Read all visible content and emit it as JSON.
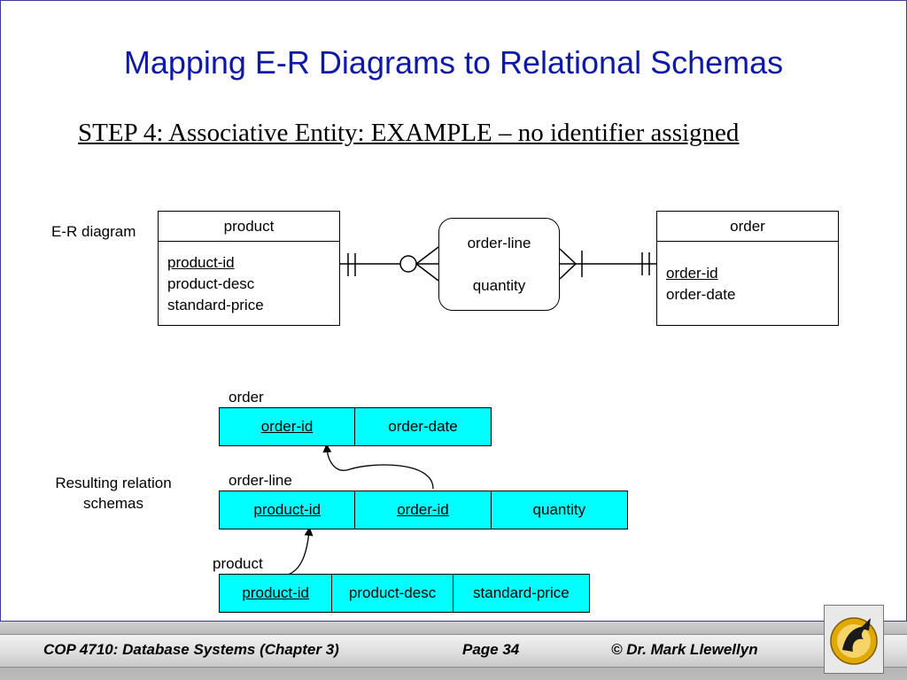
{
  "title": "Mapping E-R Diagrams to Relational Schemas",
  "subtitle": "STEP 4:  Associative Entity: EXAMPLE – no identifier assigned",
  "er_diagram": {
    "label": "E-R diagram",
    "product": {
      "name": "product",
      "attributes": [
        "product-id",
        "product-desc",
        "standard-price"
      ]
    },
    "order": {
      "name": "order",
      "attributes": [
        "order-id",
        "order-date"
      ]
    },
    "associative": {
      "name": "order-line",
      "attribute": "quantity"
    }
  },
  "relations": {
    "label": "Resulting relation schemas",
    "order": {
      "name": "order",
      "columns": [
        "order-id",
        "order-date"
      ]
    },
    "order_line": {
      "name": "order-line",
      "columns": [
        "product-id",
        "order-id",
        "quantity"
      ]
    },
    "product": {
      "name": "product",
      "columns": [
        "product-id",
        "product-desc",
        "standard-price"
      ]
    }
  },
  "footer": {
    "course": "COP 4710: Database Systems  (Chapter 3)",
    "page": "Page 34",
    "author": "© Dr. Mark Llewellyn"
  },
  "colors": {
    "title": "#0e1aa6",
    "relation_fill": "#00ffff",
    "logo_gold": "#e0a800"
  },
  "icons": {
    "logo": "ucf-pegasus-logo"
  }
}
